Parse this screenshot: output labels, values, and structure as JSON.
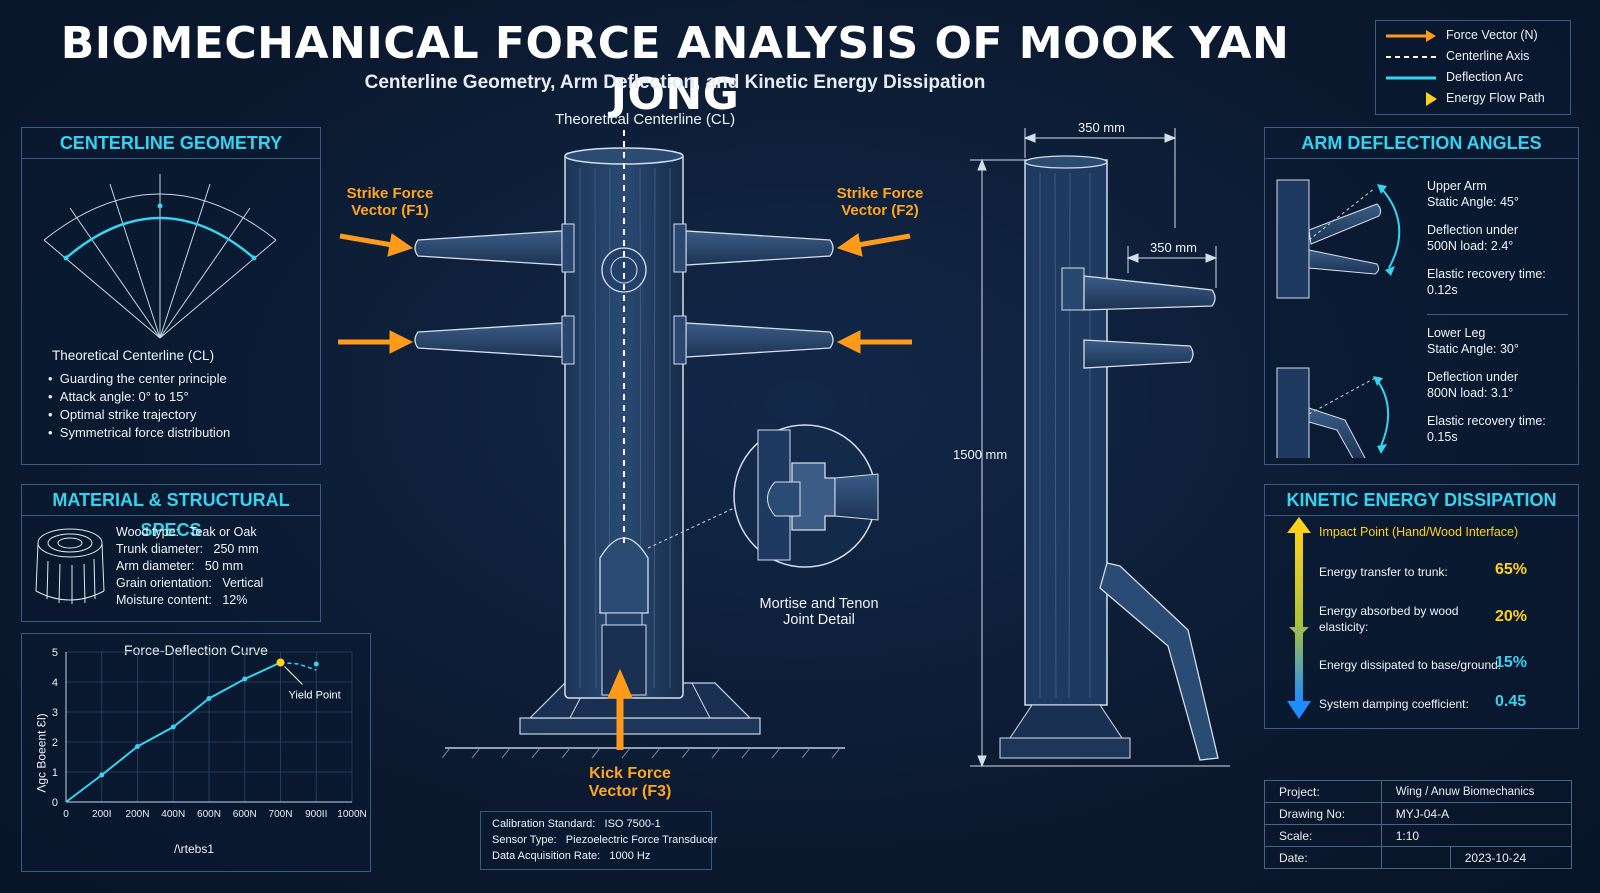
{
  "title": "BIOMECHANICAL FORCE ANALYSIS OF MOOK YAN JONG",
  "subtitle": "Centerline Geometry, Arm Deflection, and Kinetic Energy Dissipation",
  "legend": [
    {
      "label": "Force Vector (N)",
      "color": "#ff9a1a"
    },
    {
      "label": "Centerline Axis",
      "color": "#ffffff"
    },
    {
      "label": "Deflection Arc",
      "color": "#35d3f0"
    },
    {
      "label": "Energy Flow Path",
      "color": "#ffd21a"
    }
  ],
  "centerline_panel": {
    "heading": "CENTERLINE GEOMETRY",
    "label": "Theoretical Centerline (CL)",
    "bullets": [
      "Guarding the center principle",
      "Attack angle:  0° to 15°",
      "Optimal strike trajectory",
      "Symmetrical force distribution"
    ]
  },
  "material_panel": {
    "heading": "MATERIAL & STRUCTURAL SPECS",
    "specs": [
      {
        "k": "Wood type:",
        "v": "Teak or Oak"
      },
      {
        "k": "Trunk diameter:",
        "v": "250 mm"
      },
      {
        "k": "Arm diameter:",
        "v": "50 mm"
      },
      {
        "k": "Grain orientation:",
        "v": "Vertical"
      },
      {
        "k": "Moisture content:",
        "v": "12%"
      }
    ]
  },
  "chart_data": {
    "type": "line",
    "title": "Force-Deflection Curve",
    "xlabel": "/\\rtebs1",
    "ylabel": "Ʌgc Boeent Ɛl)",
    "x_tick_labels": [
      "0",
      "200I",
      "200N",
      "400N",
      "600N",
      "600N",
      "700N",
      "900II",
      "1000N"
    ],
    "y_ticks": [
      0,
      1,
      2,
      3,
      4,
      5
    ],
    "ylim": [
      0,
      5
    ],
    "x": [
      0,
      1,
      2,
      3,
      4,
      5,
      6,
      6.5,
      7.0
    ],
    "y": [
      0,
      0.9,
      1.85,
      2.5,
      3.45,
      4.1,
      4.65,
      4.6,
      4.4
    ],
    "marker_points": [
      [
        1,
        0.9
      ],
      [
        2,
        1.85
      ],
      [
        3,
        2.5
      ],
      [
        4,
        3.45
      ],
      [
        5,
        4.1
      ],
      [
        6,
        4.65
      ],
      [
        7.0,
        4.6
      ]
    ],
    "annotation": "Yield Point",
    "yield_point": [
      6,
      4.65
    ]
  },
  "center_labels": {
    "centerline_title": "Theoretical Centerline (CL)",
    "strike_f1": [
      "Strike Force",
      "Vector (F1)"
    ],
    "strike_f2": [
      "Strike Force",
      "Vector (F2)"
    ],
    "kick_f3": [
      "Kick Force",
      "Vector (F3)"
    ],
    "joint_detail": [
      "Mortise and Tenon",
      "Joint Detail"
    ]
  },
  "calibration": [
    {
      "k": "Calibration Standard:",
      "v": "ISO 7500-1"
    },
    {
      "k": "Sensor Type:",
      "v": "Piezoelectric Force Transducer"
    },
    {
      "k": "Data Acquisition Rate:",
      "v": "1000 Hz"
    }
  ],
  "side_dims": {
    "top": "350 mm",
    "arm": "350 mm",
    "height": "1500 mm"
  },
  "arm_panel": {
    "heading": "ARM DEFLECTION ANGLES",
    "upper": [
      "Upper Arm",
      "Static Angle:  45°",
      "Deflection under",
      "500N load:  2.4°",
      "Elastic recovery time:",
      "0.12s"
    ],
    "lower": [
      "Lower Leg",
      "Static Angle:  30°",
      "Deflection under",
      "800N load:  3.1°",
      "Elastic recovery time:",
      "0.15s"
    ]
  },
  "energy_panel": {
    "heading": "KINETIC ENERGY DISSIPATION",
    "impact": "Impact Point (Hand/Wood Interface)",
    "rows": [
      {
        "k": "Energy transfer to trunk:",
        "v": "65%",
        "color": "#ffd21a"
      },
      {
        "k": "Energy absorbed by wood elasticity:",
        "k2": "elasticity:",
        "k1": "Energy absorbed by wood",
        "v": "20%",
        "color": "#ffd21a"
      },
      {
        "k": "Energy dissipated to base/ground:",
        "v": "15%",
        "color": "#35d3f0"
      },
      {
        "k": "System damping coefficient:",
        "v": "0.45",
        "color": "#35d3f0"
      }
    ]
  },
  "title_block": {
    "project_k": "Project:",
    "project_v": "Wing / Anuw  Biomechanics",
    "drawing_k": "Drawing No:",
    "drawing_v": "MYJ-04-A",
    "scale_k": "Scale:",
    "scale_v": "1:10",
    "date_k": "Date:",
    "date_v": "2023-10-24"
  }
}
